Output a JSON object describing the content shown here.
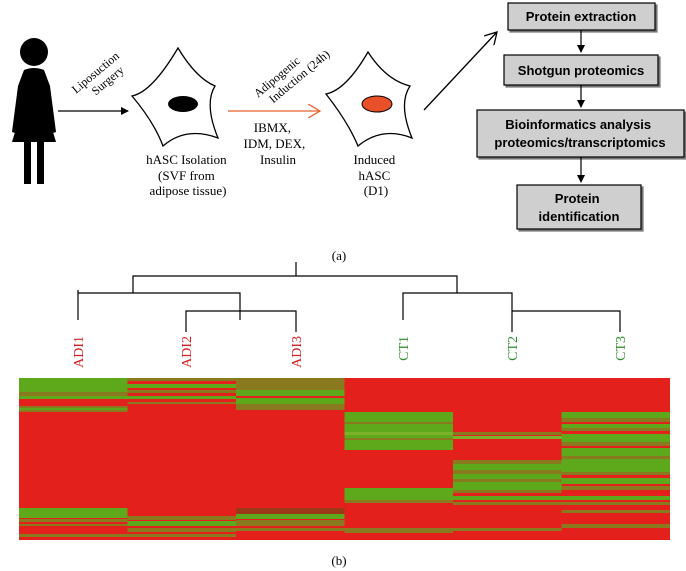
{
  "panel_a": {
    "step1_label_line1": "Liposuction",
    "step1_label_line2": "Surgery",
    "isolation_line1": "hASC Isolation",
    "isolation_line2": "(SVF from",
    "isolation_line3": "adipose tissue)",
    "induction_line1": "Adipogenic",
    "induction_line2": "Induction (24h)",
    "reagents_line1": "IBMX,",
    "reagents_line2": "IDM, DEX,",
    "reagents_line3": "Insulin",
    "induced_line1": "Induced",
    "induced_line2": "hASC",
    "induced_line3": "(D1)",
    "flow_box1": "Protein extraction",
    "flow_box2": "Shotgun proteomics",
    "flow_box3_line1": "Bioinformatics analysis",
    "flow_box3_line2": "proteomics/transcriptomics",
    "flow_box4_line1": "Protein",
    "flow_box4_line2": "identification",
    "caption": "(a)"
  },
  "panel_b": {
    "caption": "(b)",
    "samples": [
      {
        "label": "ADI1",
        "color": "#d42020"
      },
      {
        "label": "ADI2",
        "color": "#d42020"
      },
      {
        "label": "ADI3",
        "color": "#d42020"
      },
      {
        "label": "CT1",
        "color": "#2e8b2e"
      },
      {
        "label": "CT2",
        "color": "#2e8b2e"
      },
      {
        "label": "CT3",
        "color": "#2e8b2e"
      }
    ],
    "heatmap_colors": {
      "high": "#e3201b",
      "low": "#5ea81c"
    }
  }
}
